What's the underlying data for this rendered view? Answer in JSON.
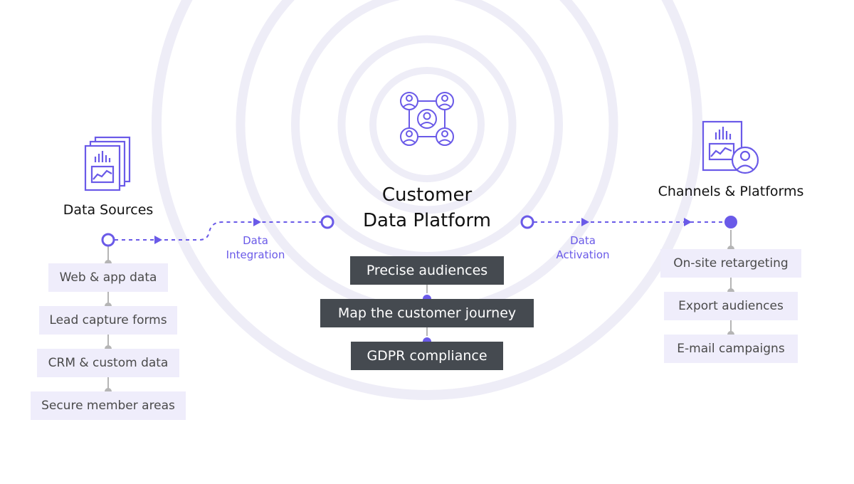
{
  "cdp": {
    "title_line1": "Customer",
    "title_line2": "Data Platform",
    "features": [
      "Precise audiences",
      "Map the customer journey",
      "GDPR compliance"
    ]
  },
  "sources": {
    "title": "Data Sources",
    "items": [
      "Web & app data",
      "Lead capture forms",
      "CRM & custom data",
      "Secure member areas"
    ]
  },
  "channels": {
    "title": "Channels & Platforms",
    "items": [
      "On-site retargeting",
      "Export audiences",
      "E-mail campaigns"
    ]
  },
  "flows": {
    "integration": [
      "Data",
      "Integration"
    ],
    "activation": [
      "Data",
      "Activation"
    ]
  },
  "colors": {
    "accent": "#6a5ae8",
    "ring": "#eeedf7",
    "pill_light": "#efedfb",
    "pill_dark": "#454a50",
    "connector": "#b5b5b5"
  },
  "icons": {
    "cdp": "people-network-icon",
    "sources": "report-stack-icon",
    "channels": "report-user-icon"
  }
}
